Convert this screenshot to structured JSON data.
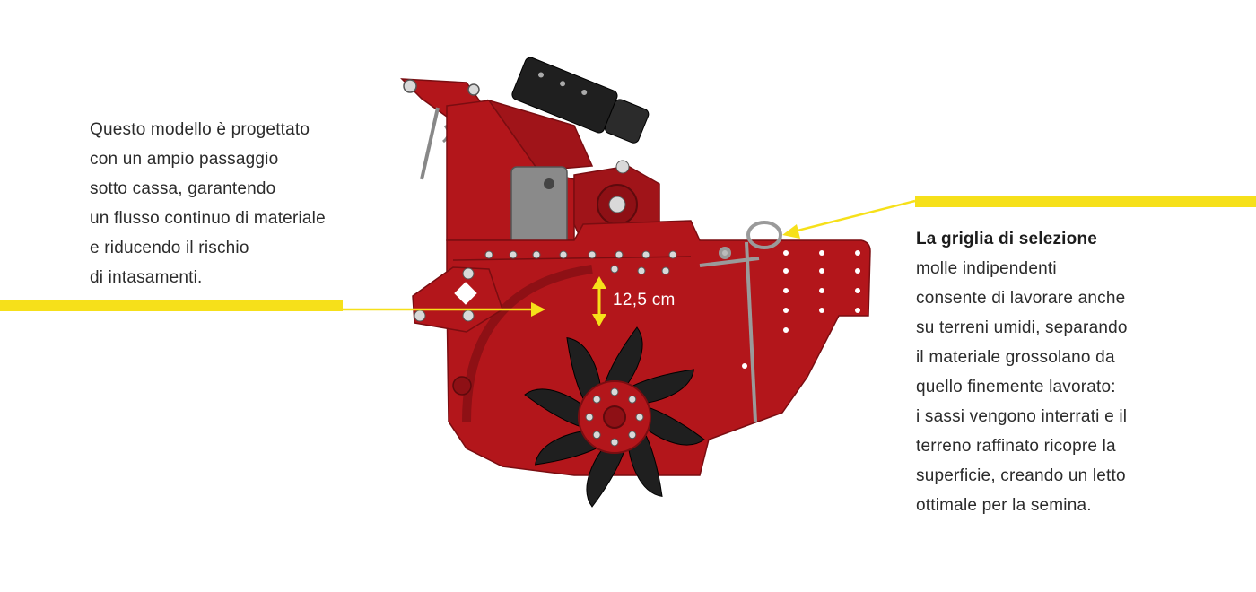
{
  "left_text": {
    "lines": [
      "Questo modello è progettato",
      "con un ampio passaggio",
      "sotto cassa, garantendo",
      "un flusso continuo di materiale",
      "e riducendo il rischio",
      "di intasamenti."
    ]
  },
  "right_text": {
    "heading": "La griglia di selezione",
    "lines": [
      "molle indipendenti",
      "consente di lavorare anche",
      "su terreni umidi, separando",
      "il materiale grossolano da",
      "quello finemente lavorato:",
      "i sassi vengono interrati e il",
      "terreno raffinato ricopre la",
      "superficie, creando un letto",
      "ottimale per la semina."
    ]
  },
  "measurement": {
    "label": "12,5 cm"
  },
  "colors": {
    "accent_yellow": "#f6e01a",
    "machine_red": "#b3161b",
    "machine_dark_red": "#8e1015",
    "rotor_black": "#1f1f1f",
    "motor_gray": "#8a8a8a",
    "text": "#2b2b2b"
  },
  "icons": {
    "callout_arrow_left": "arrow-right-icon",
    "callout_arrow_right": "arrow-left-icon",
    "measure_arrow": "double-arrow-vertical-icon"
  }
}
